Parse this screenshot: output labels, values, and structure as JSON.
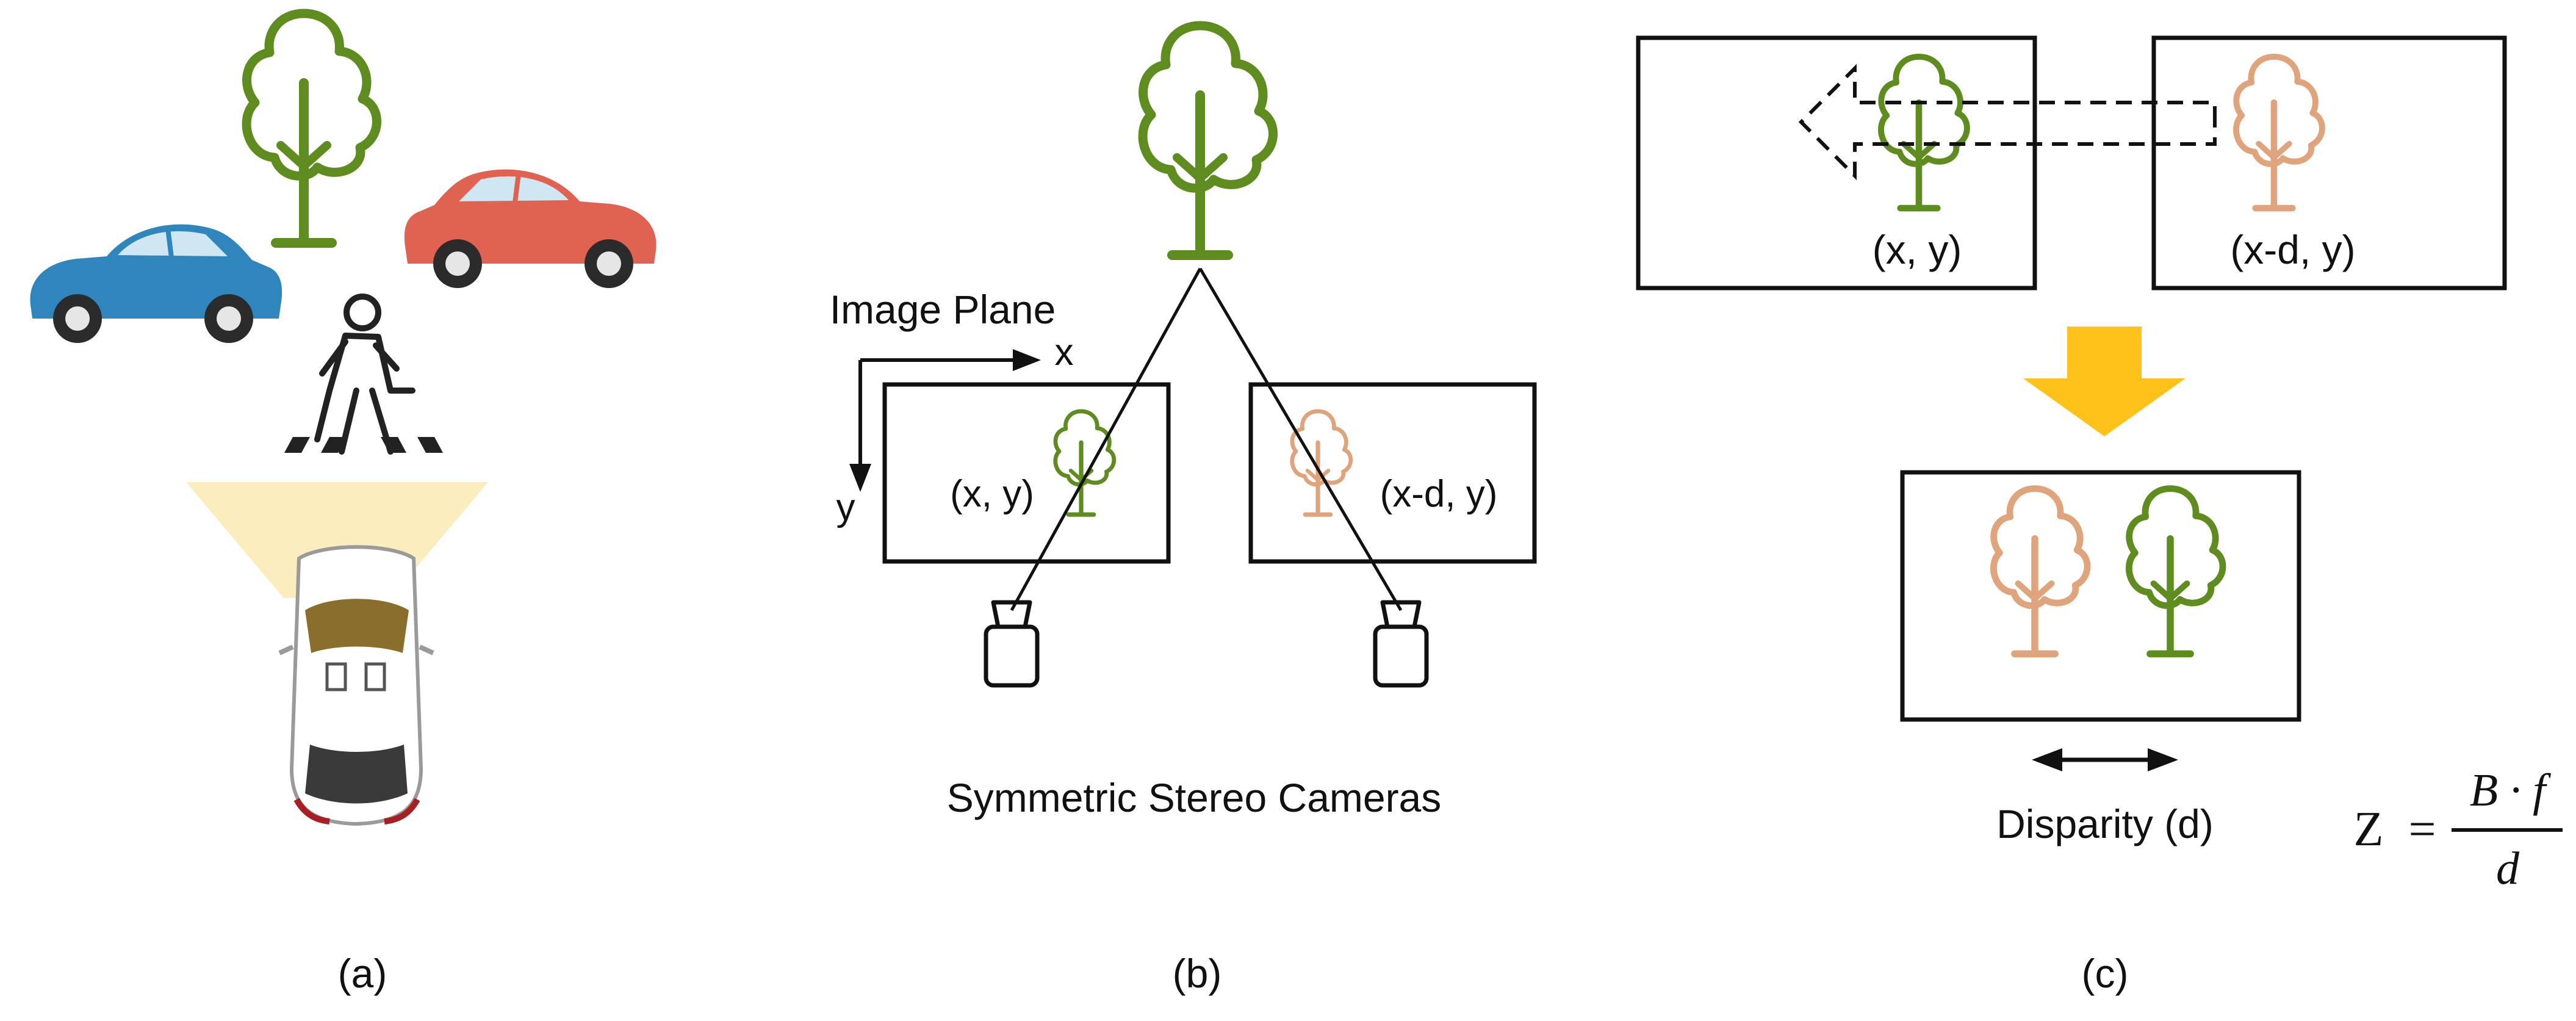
{
  "colors": {
    "tree_green": "#5e8c1f",
    "tree_orange": "#e0a47c",
    "car_blue": "#2f86bd",
    "car_red": "#e06352",
    "arrow_yellow": "#ffc21a",
    "headlight": "#fbe7a8",
    "ink": "#111111"
  },
  "panel_a": {
    "caption": "(a)",
    "icons": [
      "tree-icon",
      "blue-car-icon",
      "red-car-icon",
      "pedestrian-icon",
      "crosswalk-icon",
      "ego-car-icon",
      "headlight-cone"
    ]
  },
  "panel_b": {
    "caption": "(b)",
    "plane_label": "Image Plane",
    "axis_x": "x",
    "axis_y": "y",
    "left_coord": "(x, y)",
    "right_coord": "(x-d, y)",
    "title": "Symmetric Stereo Cameras",
    "icons": [
      "tree-icon",
      "camera-icon"
    ]
  },
  "panel_c": {
    "caption": "(c)",
    "left_coord": "(x, y)",
    "right_coord": "(x-d, y)",
    "disparity_label": "Disparity (d)",
    "formula": {
      "lhs": "Z",
      "eq": "=",
      "numerator": "B · f",
      "denominator": "d"
    }
  }
}
